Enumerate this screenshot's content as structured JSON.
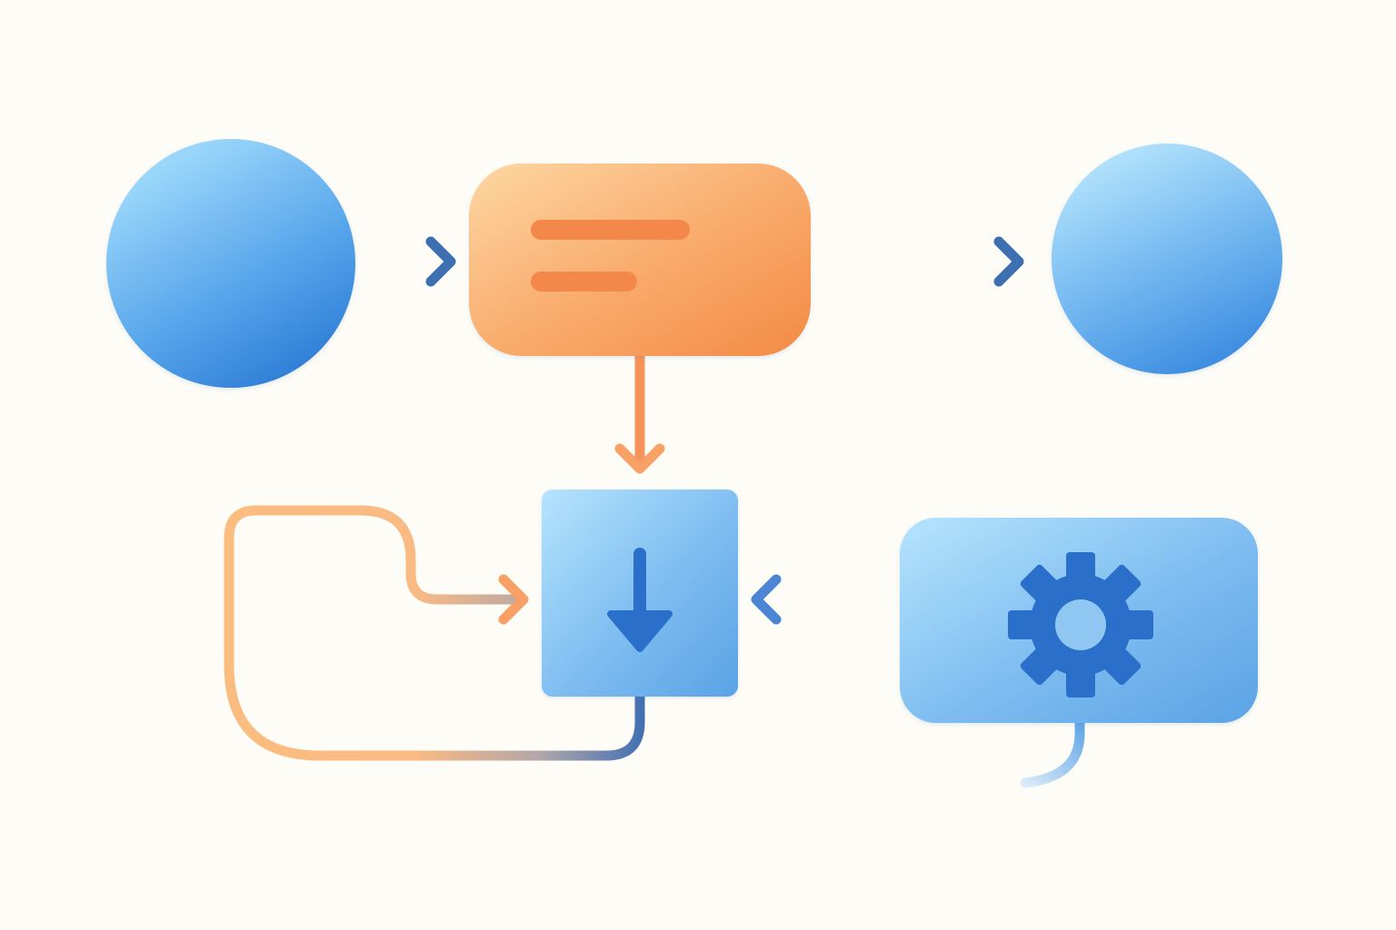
{
  "diagram": {
    "background_color": "#fdfcf7",
    "palette": {
      "blue_light": "#9ad6fa",
      "blue_mid": "#5aa8ec",
      "blue_dark": "#2f7fd8",
      "blue_icon": "#2a6fc9",
      "arrow_blue": "#3f6fb3",
      "orange_light": "#fdd39d",
      "orange_mid": "#f8a566",
      "orange_dark": "#f3873f",
      "orange_line": "#f9b579"
    },
    "nodes": [
      {
        "id": "start-circle",
        "shape": "circle",
        "color": "blue",
        "icon": "none"
      },
      {
        "id": "process-box",
        "shape": "rounded-rect",
        "color": "orange",
        "icon": "text-lines-icon"
      },
      {
        "id": "end-circle",
        "shape": "circle",
        "color": "blue",
        "icon": "none"
      },
      {
        "id": "download-box",
        "shape": "square",
        "color": "blue",
        "icon": "arrow-down-icon"
      },
      {
        "id": "settings-box",
        "shape": "rounded-rect",
        "color": "blue",
        "icon": "gear-icon"
      }
    ],
    "connectors": [
      {
        "from": "start-circle",
        "to": "process-box",
        "arrow": true
      },
      {
        "from": "process-box",
        "to": "end-circle",
        "arrow": true
      },
      {
        "from": "process-box",
        "to": "download-box",
        "arrow": true
      },
      {
        "from": "end-circle",
        "to": "settings-box",
        "arrow": false
      },
      {
        "from": "settings-box",
        "to": "download-box",
        "arrow": true
      },
      {
        "from": "download-box",
        "to": "download-box",
        "arrow": true,
        "kind": "loop"
      },
      {
        "from": "settings-box",
        "to": "none",
        "arrow": false,
        "kind": "tail"
      }
    ]
  }
}
